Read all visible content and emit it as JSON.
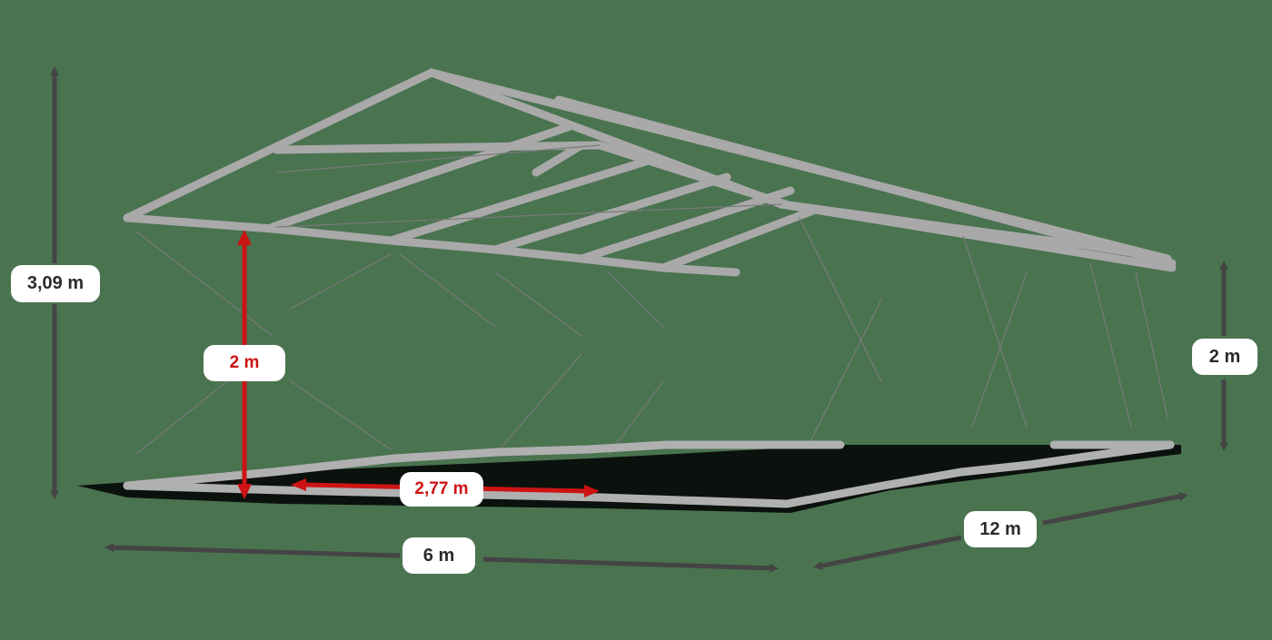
{
  "diagram": {
    "subject": "tent-frame",
    "background_color": "#4a7350",
    "frame_color": "#b8b8b8",
    "dimension_arrow_color": "#444444",
    "highlight_color": "#cc1414",
    "dimensions": {
      "total_height": {
        "label": "3,09 m",
        "color": "#444444"
      },
      "side_height_front": {
        "label": "2 m",
        "color": "#cc1414"
      },
      "side_height_right": {
        "label": "2 m",
        "color": "#444444"
      },
      "bay_width": {
        "label": "2,77 m",
        "color": "#cc1414"
      },
      "width": {
        "label": "6 m",
        "color": "#444444"
      },
      "length": {
        "label": "12 m",
        "color": "#444444"
      }
    }
  }
}
